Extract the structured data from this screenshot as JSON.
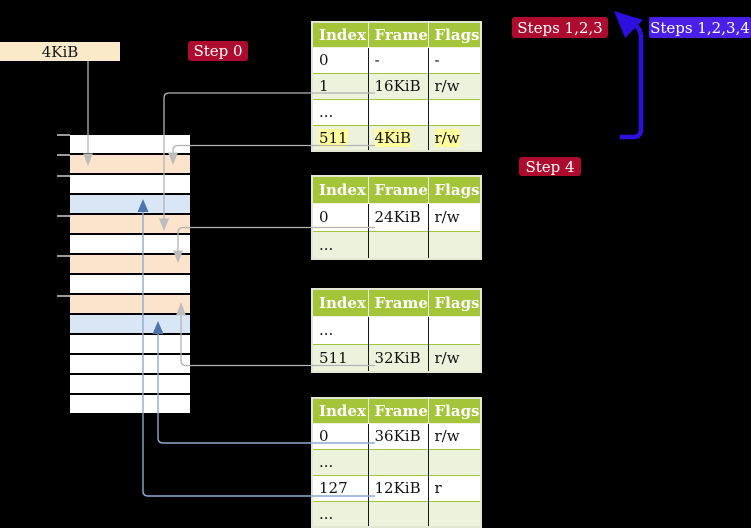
{
  "colors": {
    "background": "#000000",
    "table_header_green": "#a4c43a",
    "table_row_tint_green": "#edf2dd",
    "highlight_yellow": "#ffff9e",
    "frame_box_cream": "#faeaca",
    "memory_cell_orange": "#fbe3cc",
    "memory_cell_blue": "#d9e6f6",
    "badge_crimson": "#ae0c2f",
    "badge_blue_violet": "#4a1fe8",
    "recursive_arrow_blue": "#2c10e0",
    "connector_gray": "#b3b3b3",
    "connector_blue_line": "#8fa9d0",
    "connector_blue_head": "#4e74ad"
  },
  "labels": {
    "frame_box": "4KiB",
    "step0": "Step 0",
    "steps123": "Steps 1,2,3",
    "steps1234": "Steps 1,2,3,4",
    "step4": "Step 4"
  },
  "memory": {
    "rows": [
      "white",
      "orange",
      "white",
      "blue",
      "orange",
      "white",
      "orange",
      "white",
      "orange",
      "blue",
      "white",
      "white",
      "white",
      "white"
    ]
  },
  "tables": [
    {
      "name": "table-1",
      "headers": [
        "Index",
        "Frame",
        "Flags"
      ],
      "rows": [
        {
          "cells": [
            "0",
            "-",
            "-"
          ],
          "style": "plain"
        },
        {
          "cells": [
            "1",
            "16KiB",
            "r/w"
          ],
          "style": "shade"
        },
        {
          "cells": [
            "...",
            "",
            ""
          ],
          "style": "plain"
        },
        {
          "cells": [
            "511",
            "4KiB",
            "r/w"
          ],
          "style": "shade hl"
        }
      ]
    },
    {
      "name": "table-2",
      "headers": [
        "Index",
        "Frame",
        "Flags"
      ],
      "rows": [
        {
          "cells": [
            "0",
            "24KiB",
            "r/w"
          ],
          "style": "plain"
        },
        {
          "cells": [
            "...",
            "",
            ""
          ],
          "style": "shade"
        }
      ]
    },
    {
      "name": "table-3",
      "headers": [
        "Index",
        "Frame",
        "Flags"
      ],
      "rows": [
        {
          "cells": [
            "...",
            "",
            ""
          ],
          "style": "plain"
        },
        {
          "cells": [
            "511",
            "32KiB",
            "r/w"
          ],
          "style": "shade"
        }
      ]
    },
    {
      "name": "table-4",
      "headers": [
        "Index",
        "Frame",
        "Flags"
      ],
      "rows": [
        {
          "cells": [
            "0",
            "36KiB",
            "r/w"
          ],
          "style": "plain"
        },
        {
          "cells": [
            "...",
            "",
            ""
          ],
          "style": "shade"
        },
        {
          "cells": [
            "127",
            "12KiB",
            "r"
          ],
          "style": "plain"
        },
        {
          "cells": [
            "...",
            "",
            ""
          ],
          "style": "shade"
        }
      ]
    }
  ]
}
